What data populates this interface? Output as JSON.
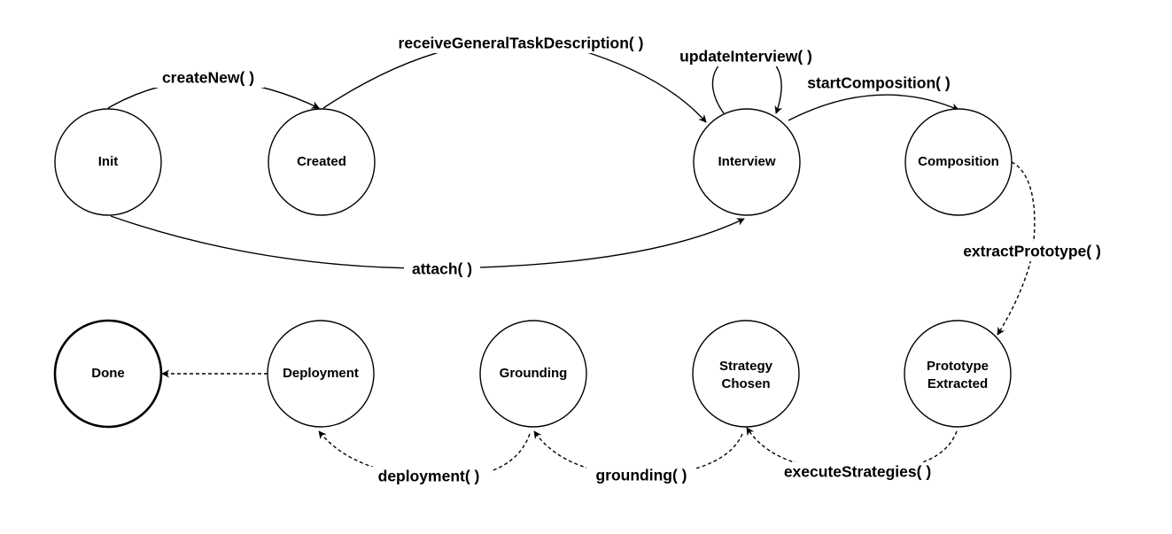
{
  "colors": {
    "stroke": "#000000",
    "background": "#ffffff",
    "text": "#000000"
  },
  "states": {
    "init": "Init",
    "created": "Created",
    "interview": "Interview",
    "composition": "Composition",
    "prototype_extracted": [
      "Prototype",
      "Extracted"
    ],
    "strategy_chosen": [
      "Strategy",
      "Chosen"
    ],
    "grounding": "Grounding",
    "deployment": "Deployment",
    "done": "Done"
  },
  "transitions": {
    "create_new": "createNew( )",
    "receive_general_task_description": "receiveGeneralTaskDescription( )",
    "update_interview": "updateInterview( )",
    "start_composition": "startComposition( )",
    "attach": "attach( )",
    "extract_prototype": "extractPrototype( )",
    "execute_strategies": "executeStrategies( )",
    "grounding": "grounding( )",
    "deployment": "deployment( )"
  }
}
